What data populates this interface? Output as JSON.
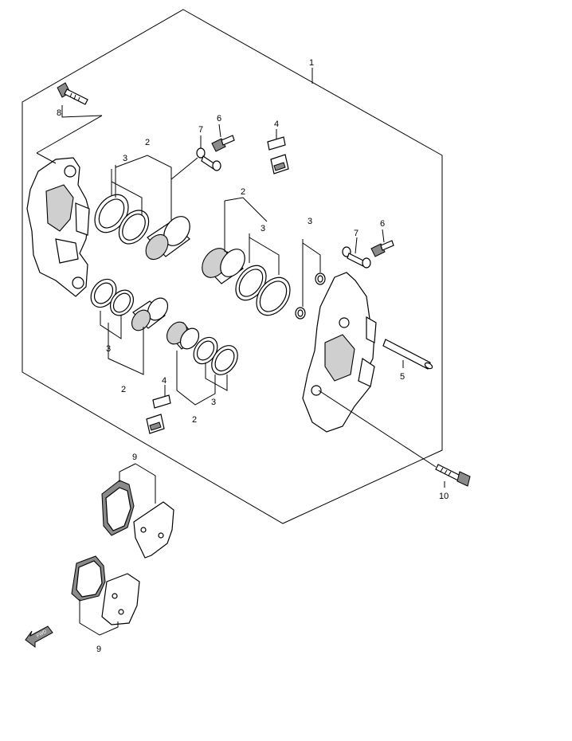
{
  "callouts": {
    "c1": "1",
    "c2a": "2",
    "c2b": "2",
    "c2c": "2",
    "c2d": "2",
    "c3a": "3",
    "c3b": "3",
    "c3c": "3",
    "c3d": "3",
    "c3e": "3",
    "c4a": "4",
    "c4b": "4",
    "c5": "5",
    "c6a": "6",
    "c6b": "6",
    "c7a": "7",
    "c7b": "7",
    "c8": "8",
    "c9a": "9",
    "c9b": "9",
    "c10": "10"
  },
  "fwd_label": "FWD",
  "colors": {
    "line": "#000000",
    "fill": "#ffffff",
    "shade": "#cfcfcf",
    "dark": "#8a8a8a"
  }
}
